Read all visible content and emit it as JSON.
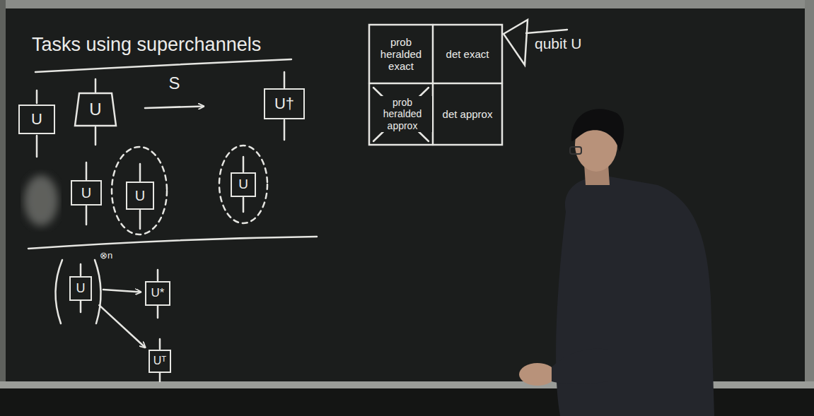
{
  "diagram": {
    "title": "Tasks using superchannels",
    "nodes": [
      {
        "text": [
          "U"
        ]
      },
      {
        "text": [
          "U"
        ]
      },
      {
        "text": [
          "U†"
        ]
      },
      {
        "text": [
          "U"
        ]
      },
      {
        "text": [
          "U"
        ]
      },
      {
        "text": [
          "U"
        ]
      },
      {
        "text": [
          "U"
        ]
      },
      {
        "text": [
          "U*"
        ]
      },
      {
        "text": [
          "Uᵀ"
        ]
      },
      {
        "text": [
          "prob heralded exact"
        ]
      },
      {
        "text": [
          "det exact"
        ]
      },
      {
        "text": [
          "prob heralded approx"
        ]
      },
      {
        "text": [
          "det approx"
        ]
      }
    ],
    "edges": [
      {
        "from": 1,
        "to": 2,
        "label": "S",
        "arrow": "to"
      },
      {
        "from": 6,
        "to": 7,
        "arrow": "to"
      },
      {
        "from": 6,
        "to": 8,
        "arrow": "to"
      }
    ],
    "labels": [
      "⊗n",
      "qubit U"
    ]
  }
}
